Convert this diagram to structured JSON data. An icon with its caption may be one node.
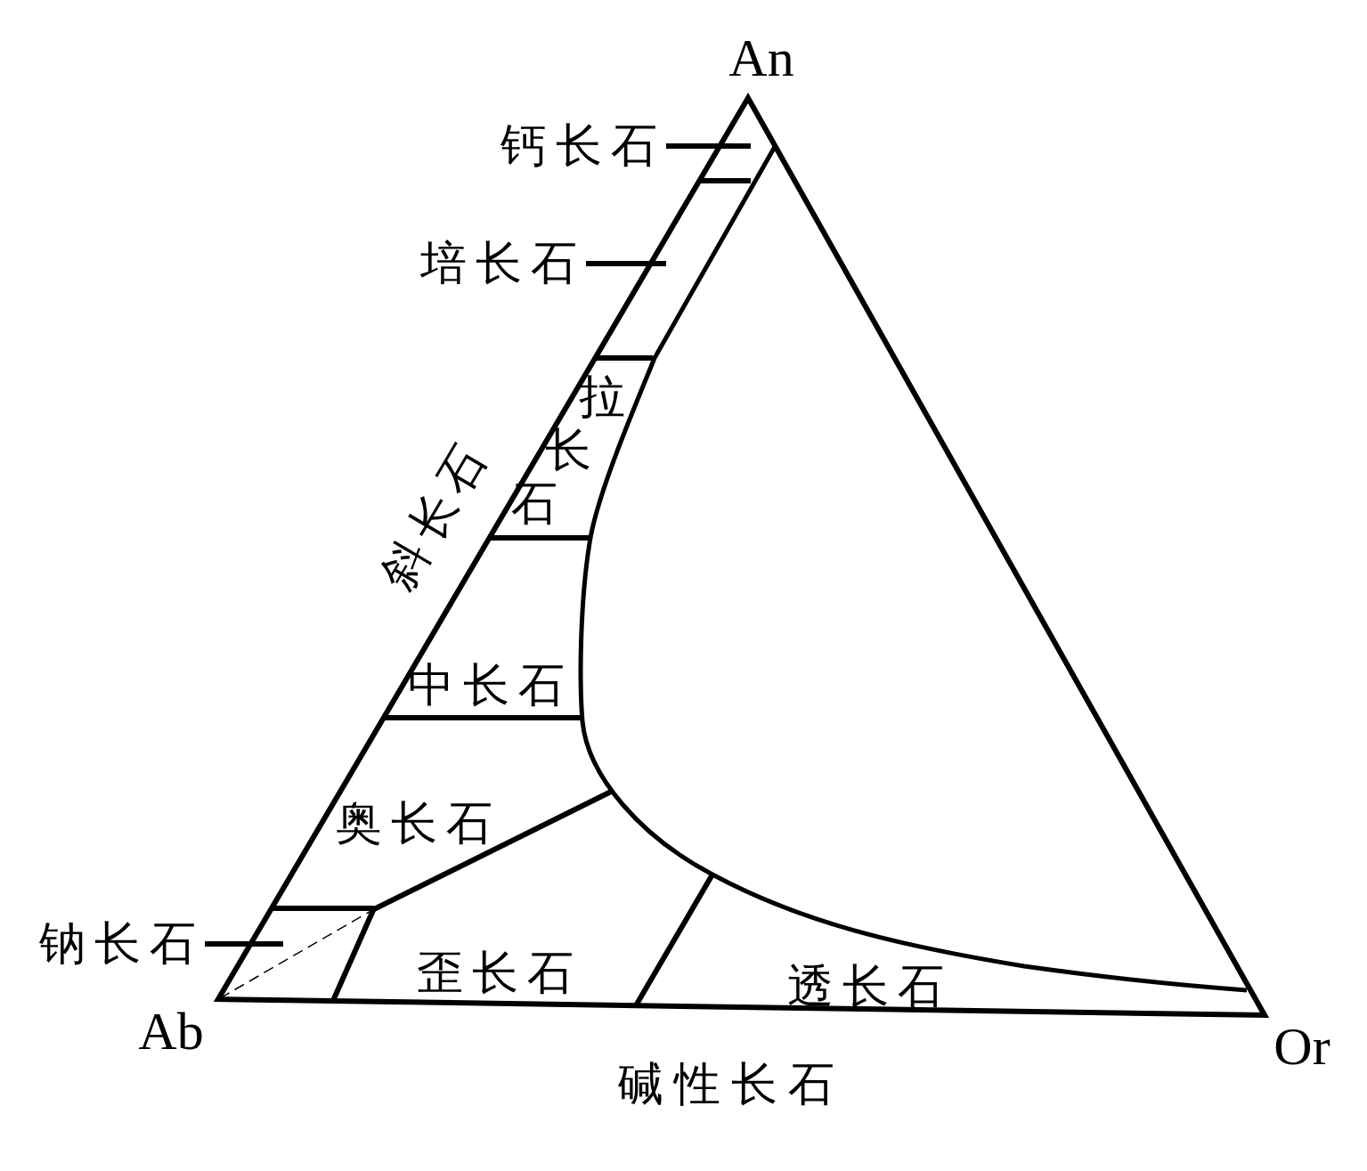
{
  "diagram": {
    "nodes": [
      {
        "text": [
          "钙长石"
        ]
      },
      {
        "text": [
          "培长石"
        ]
      },
      {
        "text": [
          "钠长石"
        ]
      }
    ],
    "edges": [
      {
        "from": 0,
        "to": null,
        "arrow": "none"
      },
      {
        "from": 1,
        "to": null,
        "arrow": "none"
      },
      {
        "from": 2,
        "to": null,
        "arrow": "none"
      }
    ],
    "labels": [
      "An",
      "拉长石",
      "斜长石",
      "中长石",
      "奥长石",
      "歪长石",
      "透长石",
      "Ab",
      "Or",
      "碱性长石"
    ]
  }
}
